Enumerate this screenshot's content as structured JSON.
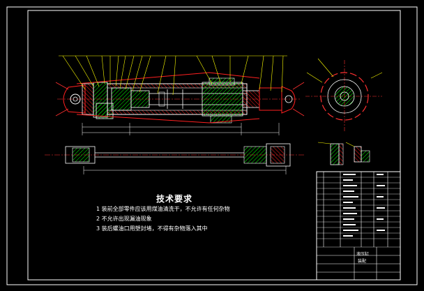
{
  "technical_requirements": {
    "title": "技术要求",
    "items": [
      "1 装前全部零件应该用煤油清洗干，不允许有任何杂物",
      "2 不允许出现漏油现象",
      "3 装后螺油口用塑封堵，不得有杂物落入其中"
    ]
  },
  "title_block": {
    "name_line1": "液压缸",
    "name_line2": "装配"
  },
  "colors": {
    "background": "#000000",
    "frame": "#ffffff",
    "outline": "#ffffff",
    "hatch": "#00ff00",
    "section": "#ff2020",
    "leader": "#ffff00",
    "dimension": "#ffffff",
    "centerline": "#ff3030"
  }
}
